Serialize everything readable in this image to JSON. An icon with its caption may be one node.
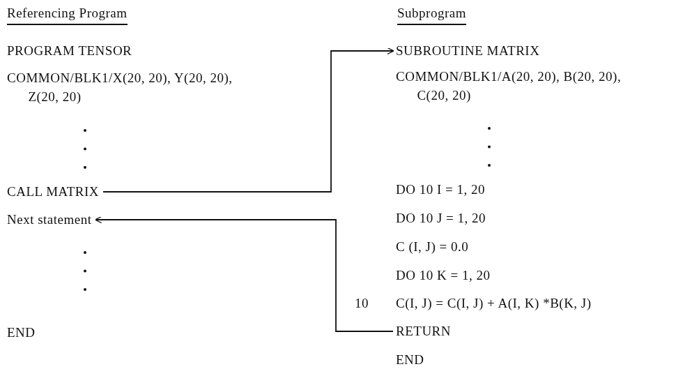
{
  "diagram": {
    "nodes": [
      {
        "text": [
          "CALL MATRIX"
        ]
      },
      {
        "text": [
          "SUBROUTINE MATRIX"
        ]
      },
      {
        "text": [
          "RETURN"
        ]
      },
      {
        "text": [
          "Next statement"
        ]
      }
    ],
    "edges": [
      {
        "from": 0,
        "to": 1,
        "arrow": "to"
      },
      {
        "from": 2,
        "to": 3,
        "arrow": "to"
      }
    ],
    "labels": [
      "Referencing Program",
      "PROGRAM TENSOR",
      "COMMON/BLK1/X(20, 20), Y(20, 20), Z(20, 20)",
      "END",
      "Subprogram",
      "COMMON/BLK1/A(20, 20), B(20, 20), C(20, 20)",
      "DO 10 I = 1, 20",
      "DO 10 J = 1, 20",
      "C (I, J) = 0.0",
      "DO 10 K = 1, 20",
      "10",
      "C(I, J) = C(I, J) + A(I, K) *B(K, J)",
      "END"
    ]
  }
}
